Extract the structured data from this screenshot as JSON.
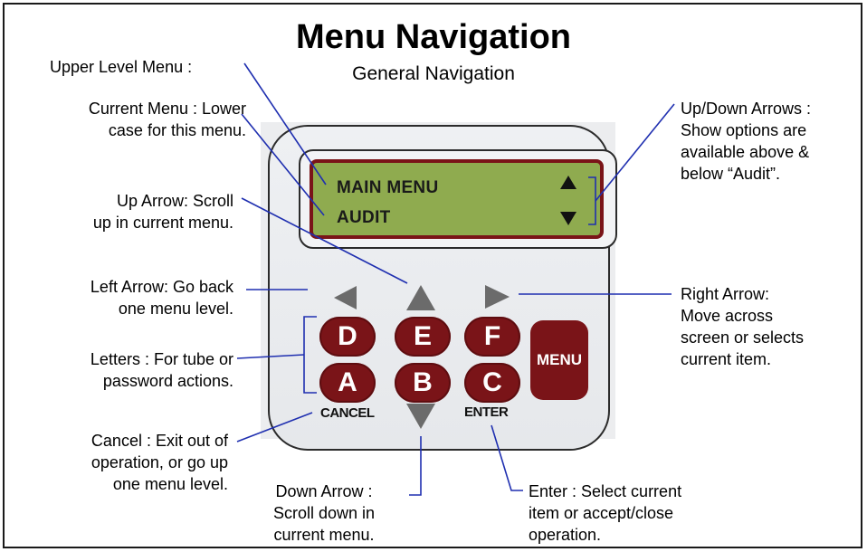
{
  "header": {
    "title": "Menu Navigation",
    "subtitle": "General Navigation"
  },
  "device": {
    "lcd_line1": "MAIN MENU",
    "lcd_line2": "AUDIT",
    "keys": {
      "d": "D",
      "e": "E",
      "f": "F",
      "a": "A",
      "b": "B",
      "c": "C",
      "menu": "MENU"
    },
    "cancel_label": "CANCEL",
    "enter_label": "ENTER"
  },
  "callouts": {
    "upper_level_menu": "Upper Level Menu  :",
    "current_menu_1": "Current Menu : Lower",
    "current_menu_2": "case for this menu.",
    "up_arrow_1": "Up Arrow:  Scroll",
    "up_arrow_2": "up in current menu.",
    "left_arrow_1": "Left Arrow:   Go back",
    "left_arrow_2": "one menu level.",
    "letters_1": "Letters : For tube or",
    "letters_2": "password actions.",
    "cancel_1": "Cancel : Exit out of",
    "cancel_2": "operation, or go up",
    "cancel_3": "one menu level.",
    "down_arrow_1": "Down Arrow  :",
    "down_arrow_2": "Scroll down in",
    "down_arrow_3": "current menu.",
    "enter_1": "Enter : Select current",
    "enter_2": "item or accept/close",
    "enter_3": "operation.",
    "updown_1": "Up/Down Arrows  :",
    "updown_2": "Show options are",
    "updown_3": "available above &",
    "updown_4": "below “Audit”.",
    "right_arrow_1": "Right Arrow:",
    "right_arrow_2": "Move across",
    "right_arrow_3": "screen or selects",
    "right_arrow_4": "current item."
  },
  "colors": {
    "lcd": "#8fab4f",
    "key": "#7a1418",
    "leader_line": "#1f2fb0",
    "nav_arrow": "#6b6b6b"
  }
}
